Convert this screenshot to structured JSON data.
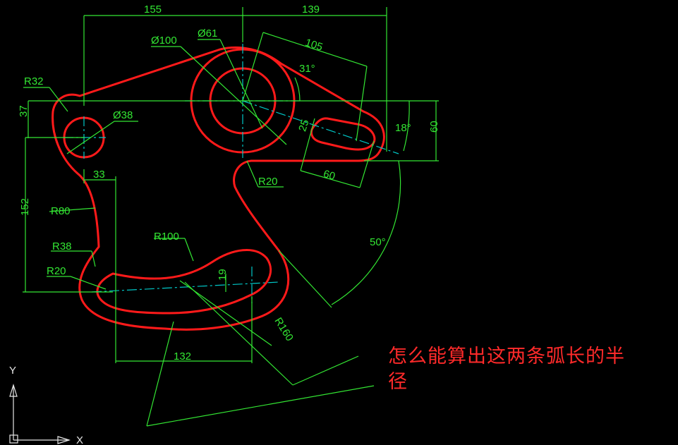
{
  "dimensions": {
    "top_left": "155",
    "top_right": "139",
    "dia100": "Ø100",
    "dia61": "Ø61",
    "len105": "105",
    "ang31": "31°",
    "r32": "R32",
    "dia38": "Ø38",
    "d37": "37",
    "d25": "25",
    "ang18": "18°",
    "d60v": "60",
    "d60": "60",
    "r20_top": "R20",
    "d33": "33",
    "r80": "R80",
    "d152": "152",
    "ang50": "50°",
    "r100": "R100",
    "r38": "R38",
    "r20_bottom": "R20",
    "d19": "19",
    "r160": "R160",
    "d132": "132"
  },
  "axes": {
    "y_label": "Y",
    "x_label": "X"
  },
  "note": {
    "line1": "怎么能算出这两条弧长的半",
    "line2": "径"
  },
  "colors": {
    "background": "#000000",
    "outline": "#ff1a1a",
    "dimension": "#33e633",
    "centerline": "#00c8c8",
    "axis": "#e6e6e6",
    "note": "#ff2a2a"
  }
}
